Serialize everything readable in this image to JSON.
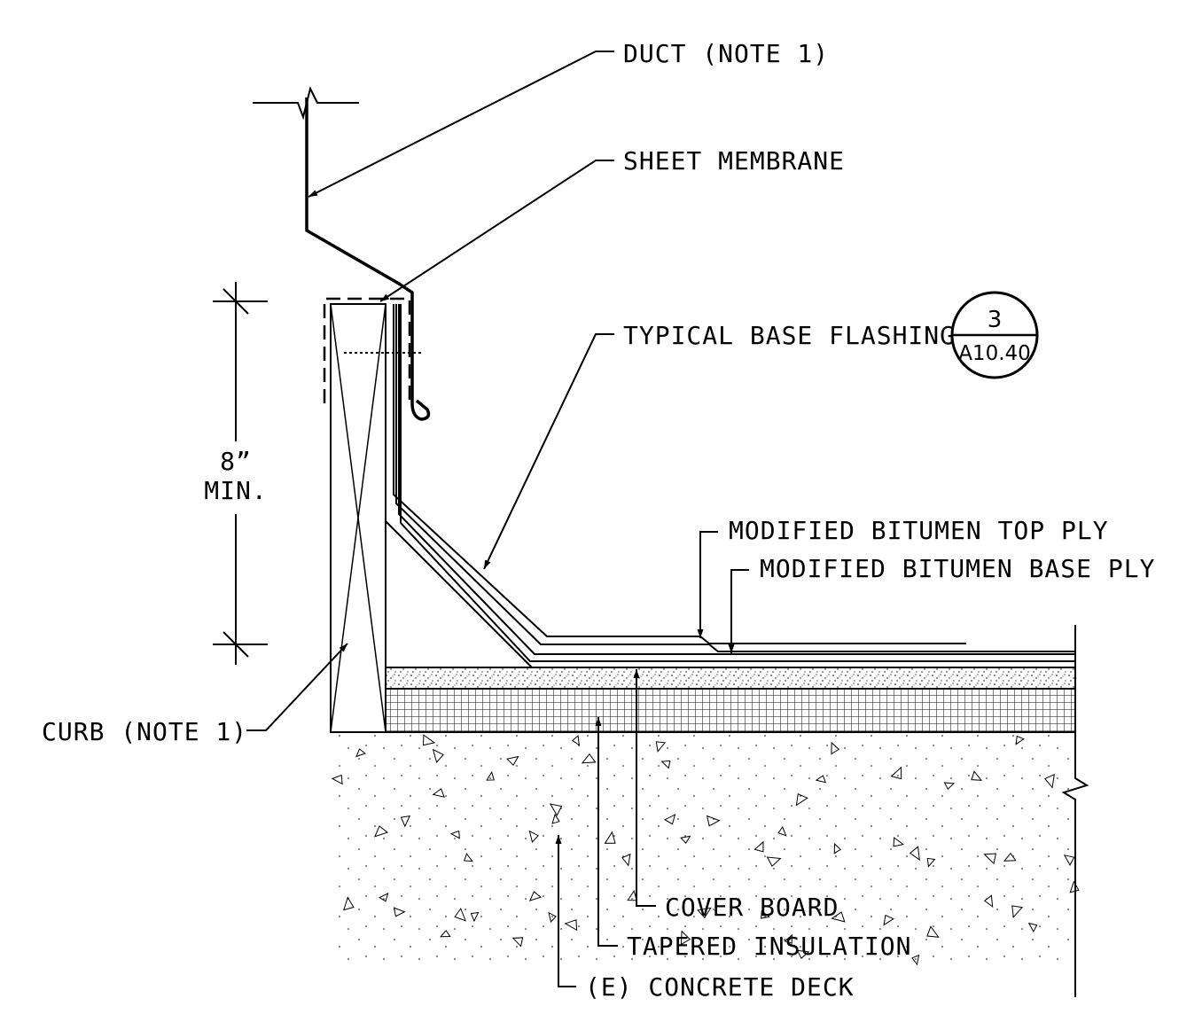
{
  "labels": {
    "duct": "DUCT (NOTE 1)",
    "sheet_membrane": "SHEET MEMBRANE",
    "base_flashing": "TYPICAL BASE FLASHING",
    "top_ply": "MODIFIED BITUMEN TOP PLY",
    "base_ply": "MODIFIED BITUMEN BASE PLY",
    "curb": "CURB (NOTE 1)",
    "cover_board": "COVER BOARD",
    "tapered_insulation": "TAPERED INSULATION",
    "concrete_deck": "(E) CONCRETE DECK"
  },
  "dimension": {
    "value": "8”",
    "suffix": "MIN."
  },
  "detail_tag": {
    "number": "3",
    "sheet": "A10.40"
  }
}
